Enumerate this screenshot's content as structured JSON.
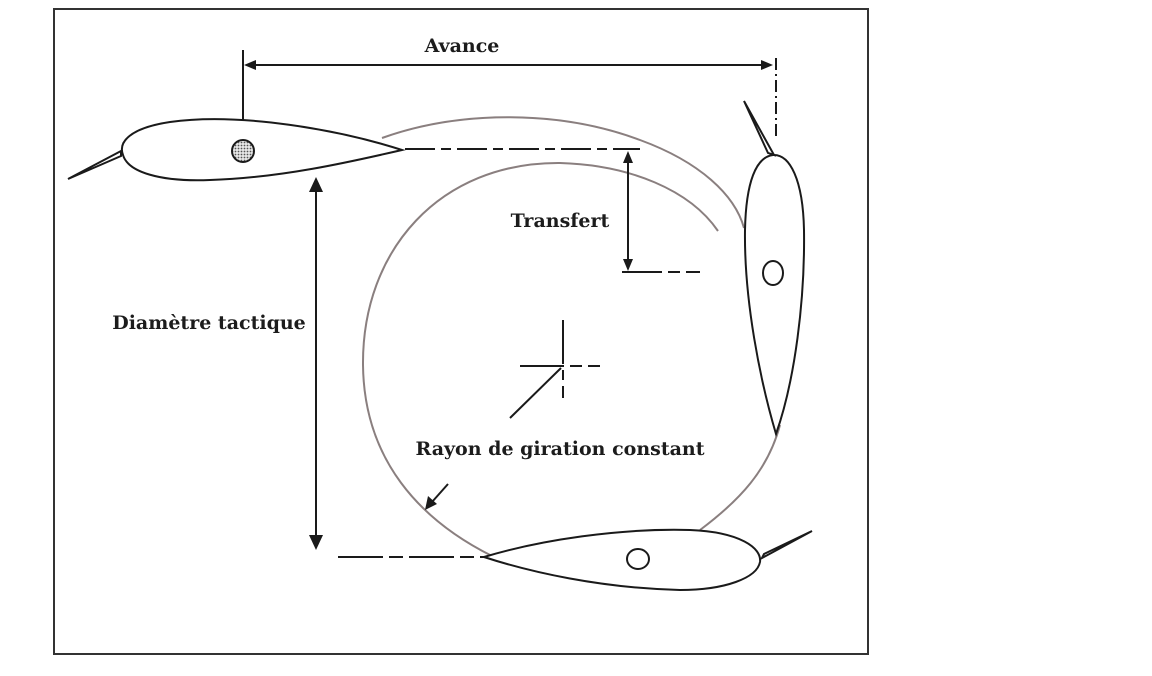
{
  "diagram": {
    "labels": {
      "avance": "Avance",
      "transfert": "Transfert",
      "diametre_tactique": "Diamètre tactique",
      "rayon": "Rayon de giration constant"
    },
    "colors": {
      "outline": "#1a1a1a",
      "turning_path": "#8a7f7f",
      "frame": "#333333",
      "background": "#ffffff"
    }
  }
}
